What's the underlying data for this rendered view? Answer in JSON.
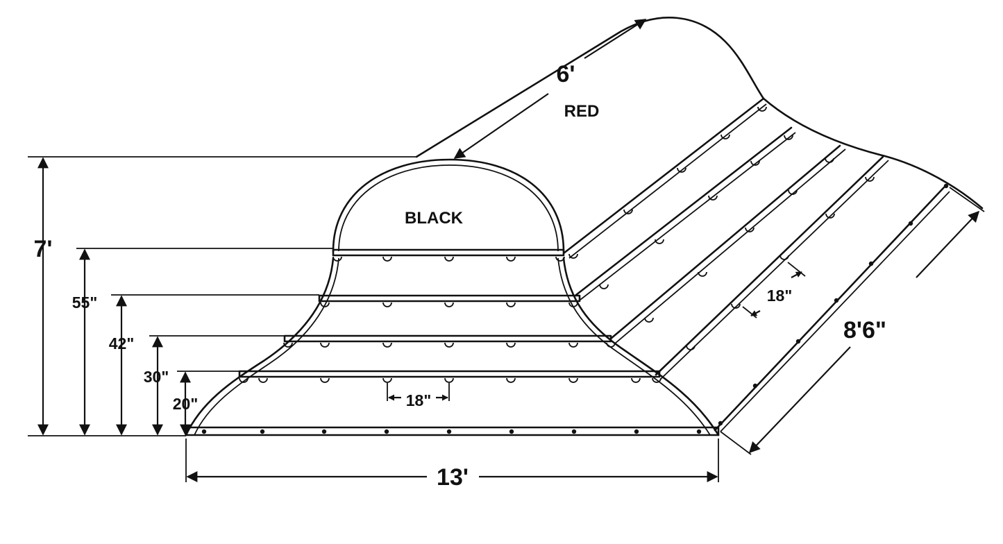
{
  "diagram": {
    "front_panel_color": "BLACK",
    "back_panel_color": "RED",
    "overall_height": "7'",
    "tier_heights": [
      "55\"",
      "42\"",
      "30\"",
      "20\""
    ],
    "front_width": "13'",
    "top_depth": "6'",
    "side_length": "8'6\"",
    "front_grommet_spacing": "18\"",
    "side_grommet_spacing": "18\""
  },
  "colors": {
    "line": "#111111",
    "background": "#ffffff"
  }
}
